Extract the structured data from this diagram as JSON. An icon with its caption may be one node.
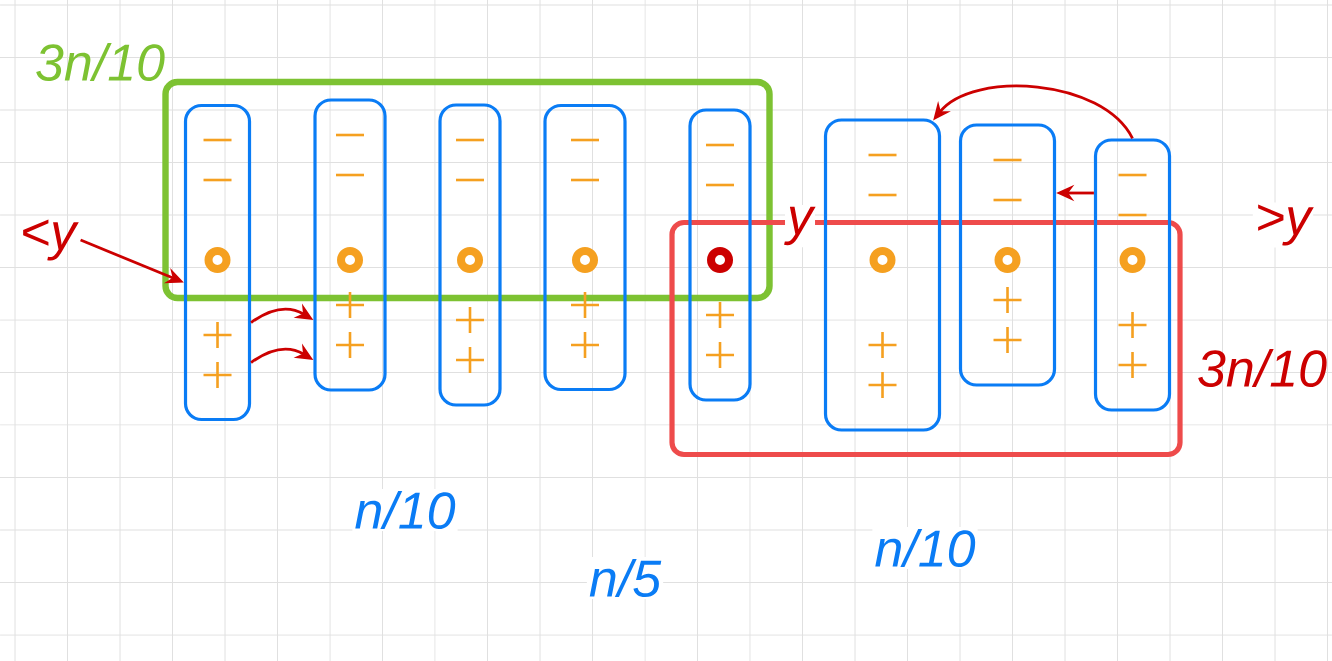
{
  "diagram": {
    "nodes": [
      {
        "text": [],
        "shape": "box",
        "beside": [
          "3n/10"
        ]
      },
      {
        "text": [],
        "shape": "box",
        "beside": [
          "3n/10"
        ]
      },
      {
        "text": [],
        "shape": "bar"
      },
      {
        "text": [],
        "shape": "bar"
      },
      {
        "text": [],
        "shape": "bar"
      },
      {
        "text": [],
        "shape": "bar"
      },
      {
        "text": [],
        "shape": "bar"
      },
      {
        "text": [],
        "shape": "bar"
      },
      {
        "text": [],
        "shape": "bar"
      },
      {
        "text": [],
        "shape": "bar"
      },
      {
        "text": [
          "<y"
        ]
      }
    ],
    "edges": [
      {
        "from": 10,
        "to": 2,
        "arrow": "to"
      },
      {
        "from": 2,
        "to": 3,
        "arrow": "to"
      },
      {
        "from": 2,
        "to": 3,
        "arrow": "to"
      },
      {
        "from": 9,
        "to": 7,
        "arrow": "to"
      },
      {
        "from": 9,
        "to": 8,
        "arrow": "to"
      }
    ],
    "labels": [
      "y",
      ">y",
      "n/10",
      "n/5",
      "n/10"
    ]
  }
}
